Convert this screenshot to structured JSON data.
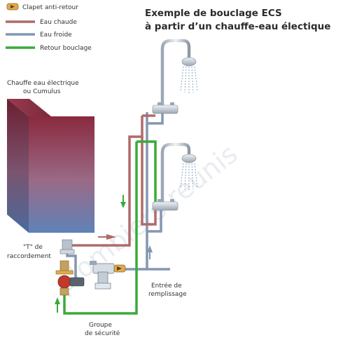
{
  "title": {
    "line1": "Exemple de bouclage ECS",
    "line2": "à partir d’un chauffe-eau électique"
  },
  "legend": [
    {
      "label": "Clapet anti-retour",
      "color": "#e0a94a",
      "kind": "valve"
    },
    {
      "label": "Eau chaude",
      "color": "#b06a6a",
      "kind": "line"
    },
    {
      "label": "Eau froide",
      "color": "#8497b0",
      "kind": "line"
    },
    {
      "label": "Retour bouclage",
      "color": "#3aaa3a",
      "kind": "line"
    }
  ],
  "labels": {
    "heater_line1": "Chauffe eau électrique",
    "heater_line2": "ou Cumulus",
    "tee_line1": "\"T\" de",
    "tee_line2": "raccordement",
    "inlet_line1": "Entrée de",
    "inlet_line2": "remplissage",
    "safety_line1": "Groupe",
    "safety_line2": "de sécurité"
  },
  "watermark": "plombiers reunis",
  "colors": {
    "hot": "#b06a6a",
    "cold": "#8497b0",
    "return": "#3aaa3a",
    "valve": "#e0a94a",
    "pump": "#c0392b",
    "title": "#2b2b2b"
  }
}
